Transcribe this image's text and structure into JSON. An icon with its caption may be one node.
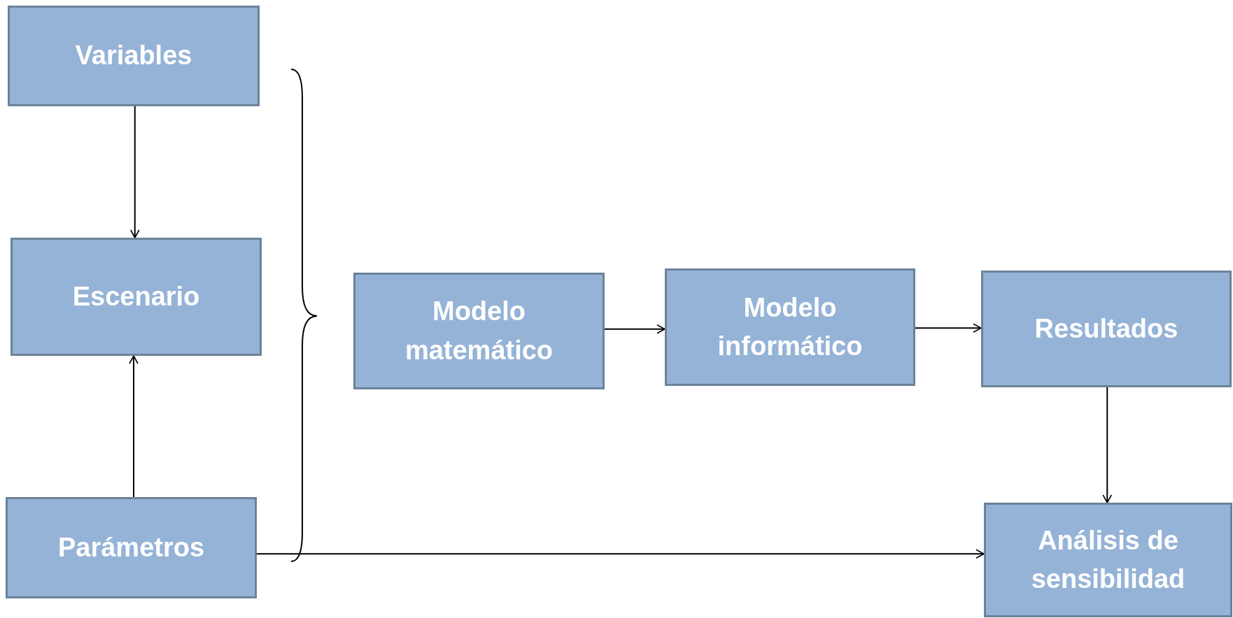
{
  "diagram": {
    "nodes": [
      {
        "text": [
          "Variables"
        ]
      },
      {
        "text": [
          "Escenario"
        ]
      },
      {
        "text": [
          "Parámetros"
        ]
      },
      {
        "text": [
          "Modelo matemático"
        ]
      },
      {
        "text": [
          "Modelo informático"
        ]
      },
      {
        "text": [
          "Resultados"
        ]
      },
      {
        "text": [
          "Análisis de sensibilidad"
        ]
      }
    ],
    "edges": [
      {
        "from": 0,
        "to": 1,
        "arrow": "to"
      },
      {
        "from": 2,
        "to": 1,
        "arrow": "to"
      },
      {
        "from": 3,
        "to": 4,
        "arrow": "to"
      },
      {
        "from": 4,
        "to": 5,
        "arrow": "to"
      },
      {
        "from": 5,
        "to": 6,
        "arrow": "to"
      },
      {
        "from": 2,
        "to": 6,
        "arrow": "to"
      }
    ]
  }
}
